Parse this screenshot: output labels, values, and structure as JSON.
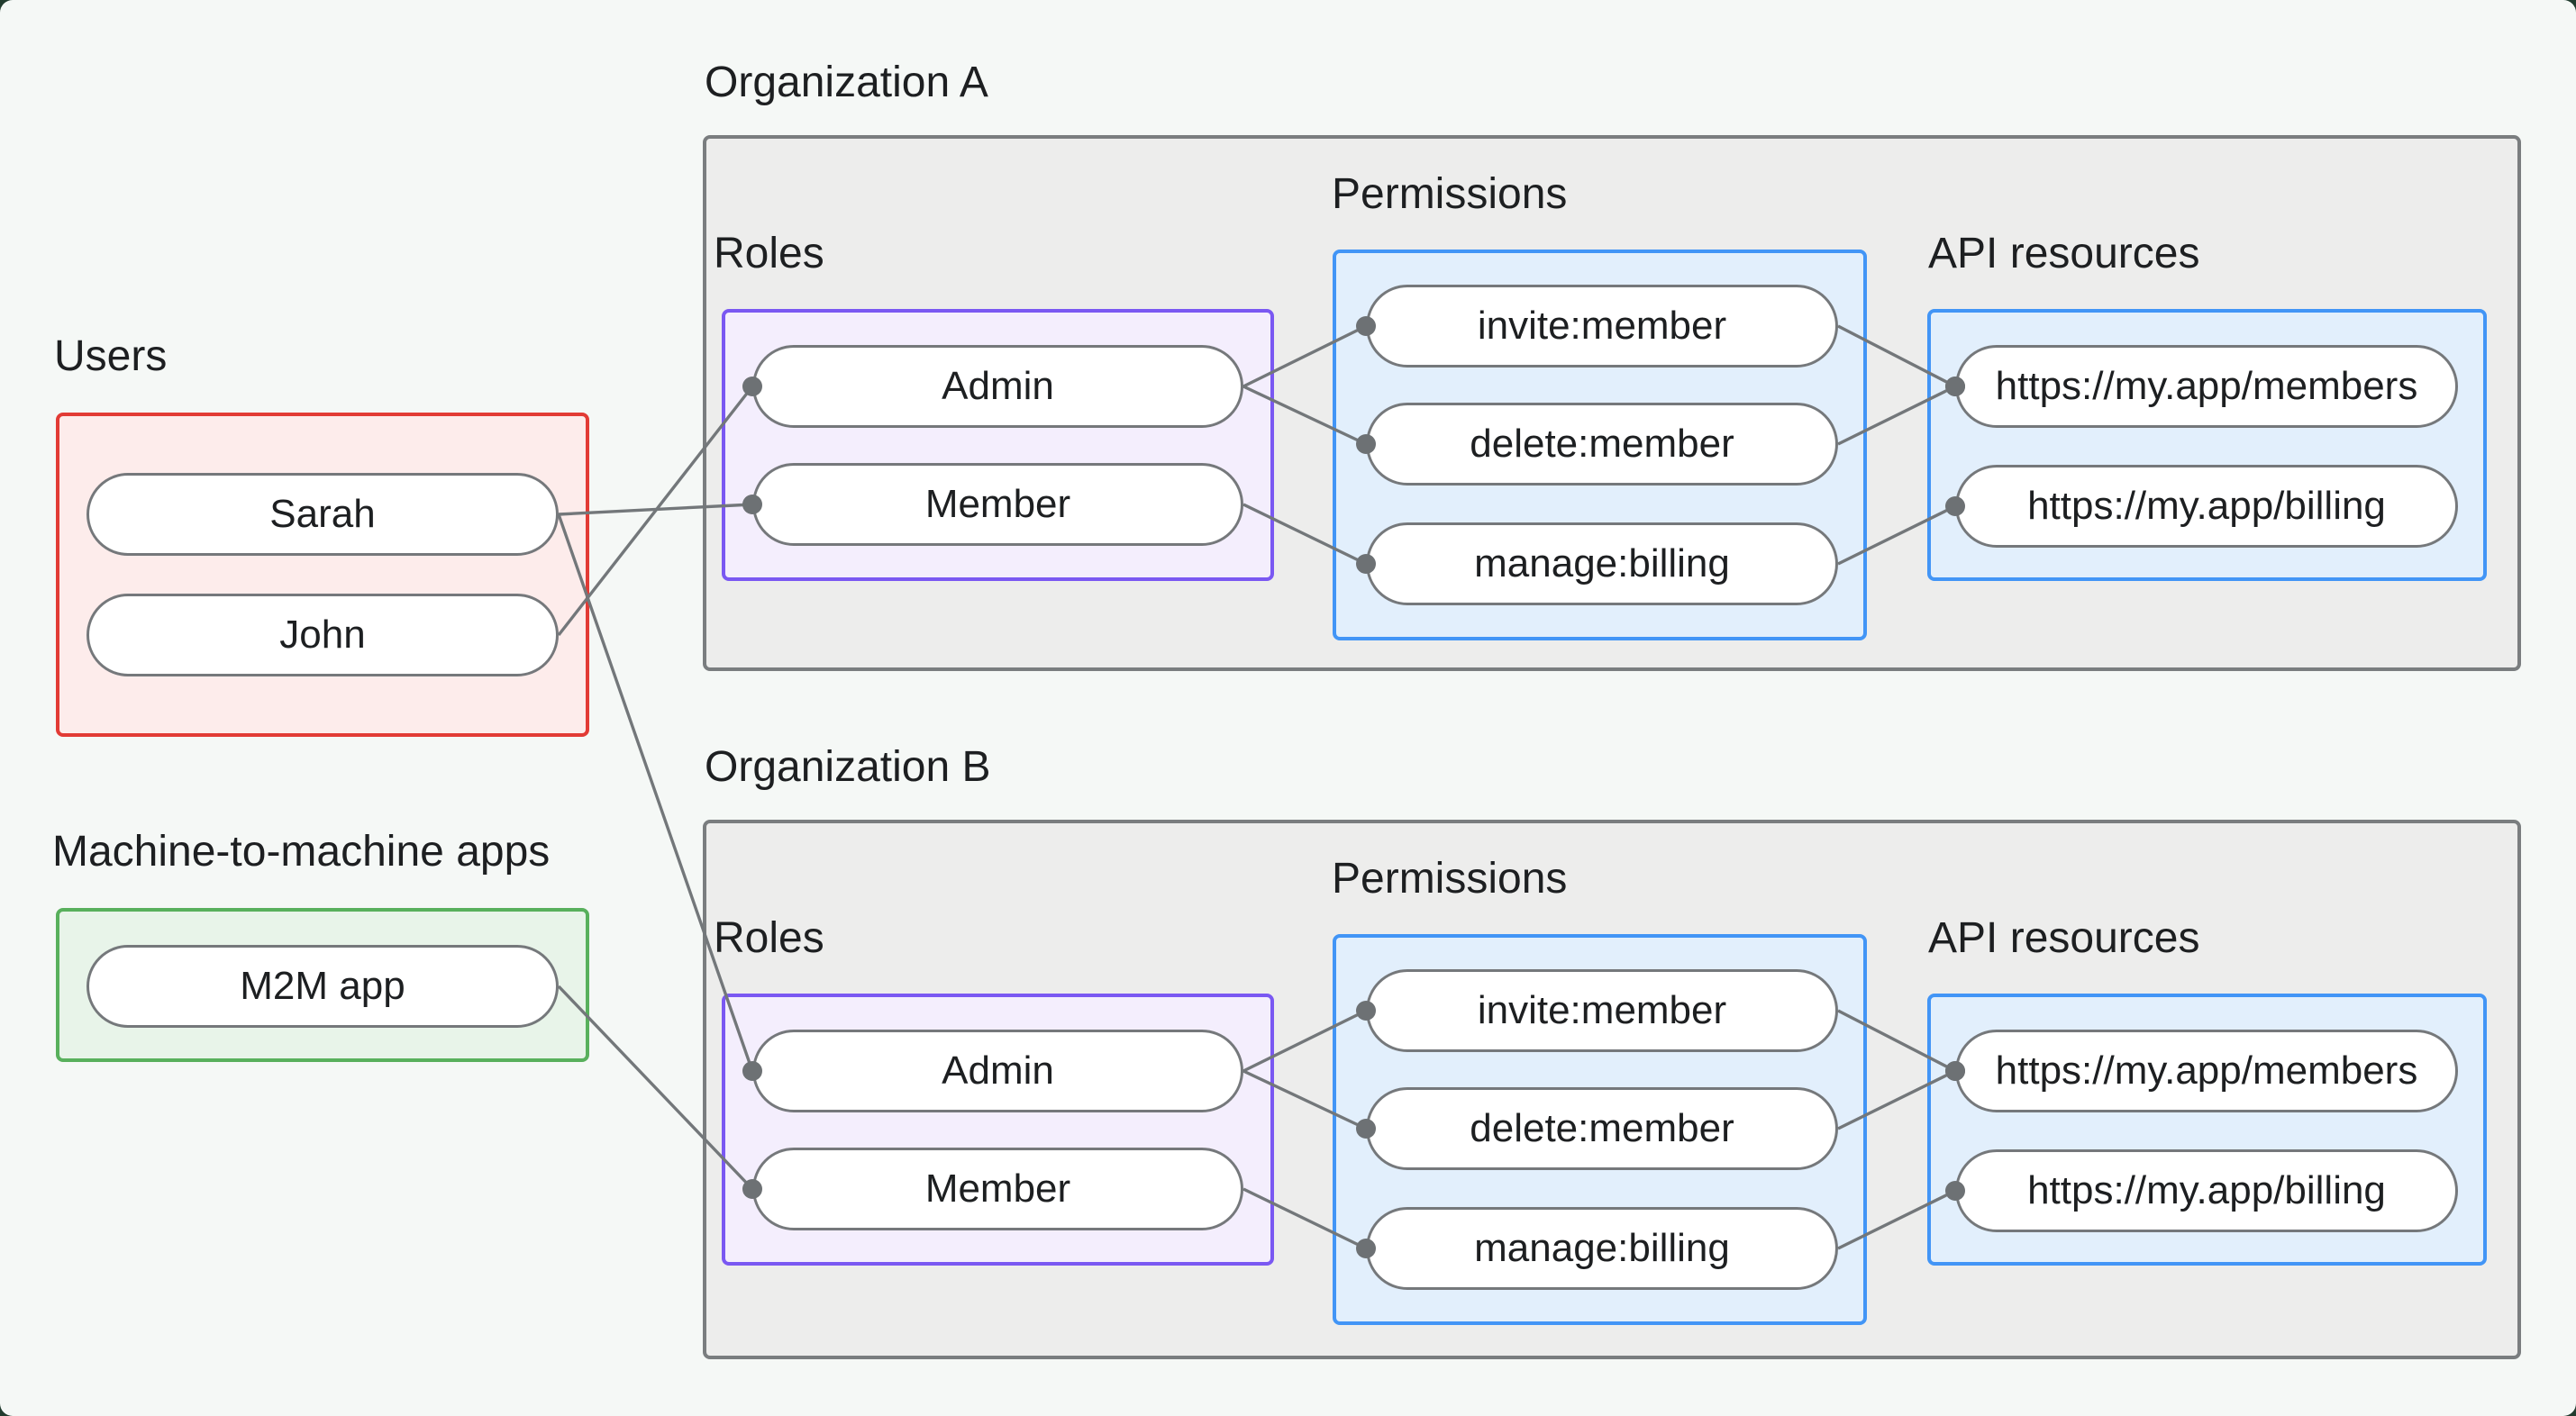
{
  "colors": {
    "page_background": "#f5f8f6",
    "outside_background": "#223c2f",
    "org_container_border": "#7a7d7f",
    "org_container_fill": "#ededec",
    "users_border": "#e23b35",
    "users_fill": "#fdeceb",
    "m2m_border": "#58b05c",
    "m2m_fill": "#e8f4e9",
    "roles_border": "#7a58f2",
    "roles_fill": "#f4eefd",
    "blue_border": "#4295f6",
    "blue_fill": "#e2effc",
    "node_border": "#75787b",
    "node_fill": "#ffffff",
    "edge_line": "#73777a",
    "edge_dot": "#6d7174",
    "text": "#1d1f21"
  },
  "users": {
    "label": "Users",
    "nodes": [
      {
        "id": "sarah",
        "label": "Sarah"
      },
      {
        "id": "john",
        "label": "John"
      }
    ]
  },
  "m2m": {
    "label": "Machine-to-machine apps",
    "nodes": [
      {
        "id": "m2m-app",
        "label": "M2M app"
      }
    ]
  },
  "org_a": {
    "label": "Organization A",
    "roles": {
      "label": "Roles",
      "nodes": [
        {
          "id": "admin-a",
          "label": "Admin"
        },
        {
          "id": "member-a",
          "label": "Member"
        }
      ]
    },
    "permissions": {
      "label": "Permissions",
      "nodes": [
        {
          "id": "invite-a",
          "label": "invite:member"
        },
        {
          "id": "delete-a",
          "label": "delete:member"
        },
        {
          "id": "manage-a",
          "label": "manage:billing"
        }
      ]
    },
    "api_resources": {
      "label": "API resources",
      "nodes": [
        {
          "id": "members-a",
          "label": "https://my.app/members"
        },
        {
          "id": "billing-a",
          "label": "https://my.app/billing"
        }
      ]
    }
  },
  "org_b": {
    "label": "Organization B",
    "roles": {
      "label": "Roles",
      "nodes": [
        {
          "id": "admin-b",
          "label": "Admin"
        },
        {
          "id": "member-b",
          "label": "Member"
        }
      ]
    },
    "permissions": {
      "label": "Permissions",
      "nodes": [
        {
          "id": "invite-b",
          "label": "invite:member"
        },
        {
          "id": "delete-b",
          "label": "delete:member"
        },
        {
          "id": "manage-b",
          "label": "manage:billing"
        }
      ]
    },
    "api_resources": {
      "label": "API resources",
      "nodes": [
        {
          "id": "members-b",
          "label": "https://my.app/members"
        },
        {
          "id": "billing-b",
          "label": "https://my.app/billing"
        }
      ]
    }
  },
  "edges": [
    {
      "from": "sarah",
      "to": "member-a"
    },
    {
      "from": "john",
      "to": "admin-a"
    },
    {
      "from": "sarah",
      "to": "admin-b"
    },
    {
      "from": "m2m-app",
      "to": "member-b"
    },
    {
      "from": "admin-a",
      "to": "invite-a"
    },
    {
      "from": "admin-a",
      "to": "delete-a"
    },
    {
      "from": "member-a",
      "to": "manage-a"
    },
    {
      "from": "invite-a",
      "to": "members-a"
    },
    {
      "from": "delete-a",
      "to": "members-a"
    },
    {
      "from": "manage-a",
      "to": "billing-a"
    },
    {
      "from": "admin-b",
      "to": "invite-b"
    },
    {
      "from": "admin-b",
      "to": "delete-b"
    },
    {
      "from": "member-b",
      "to": "manage-b"
    },
    {
      "from": "invite-b",
      "to": "members-b"
    },
    {
      "from": "delete-b",
      "to": "members-b"
    },
    {
      "from": "manage-b",
      "to": "billing-b"
    }
  ]
}
